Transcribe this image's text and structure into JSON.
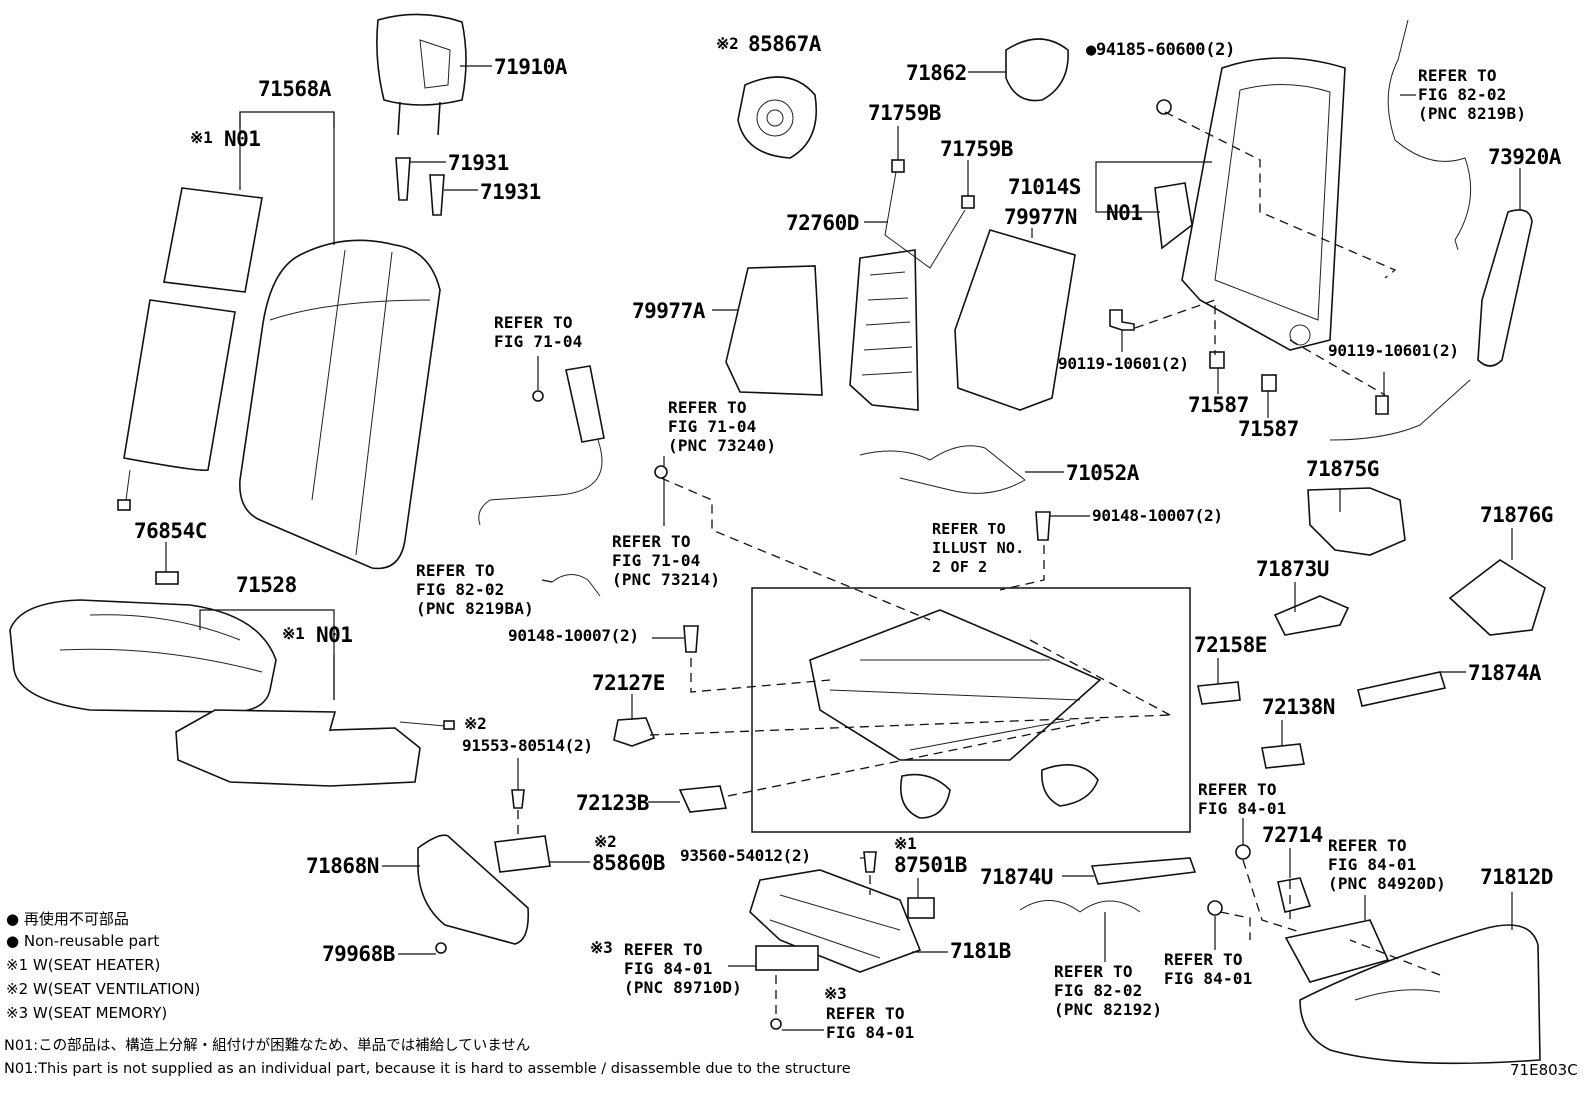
{
  "labels": {
    "l71910A": "71910A",
    "l71568A": "71568A",
    "l_n01_a_mark": "※1",
    "l_n01_a": "N01",
    "l71931a": "71931",
    "l71931b": "71931",
    "l76854C": "76854C",
    "l71528": "71528",
    "l_n01_b_mark": "※1",
    "l_n01_b": "N01",
    "l85867A_mark": "※2",
    "l85867A": "85867A",
    "l71862": "71862",
    "l94185": "94185-60600(2)",
    "l71759Ba": "71759B",
    "l71759Bb": "71759B",
    "l72760D": "72760D",
    "l79977A": "79977A",
    "l79977N": "79977N",
    "l71014S": "71014S",
    "l_n01_c": "N01",
    "l73920A": "73920A",
    "l90119a": "90119-10601(2)",
    "l90119b": "90119-10601(2)",
    "l71587a": "71587",
    "l71587b": "71587",
    "l71052A": "71052A",
    "l90148a": "90148-10007(2)",
    "l90148b": "90148-10007(2)",
    "l71875G": "71875G",
    "l71876G": "71876G",
    "l71873U": "71873U",
    "l72158E": "72158E",
    "l71874A": "71874A",
    "l72138N": "72138N",
    "l72127E": "72127E",
    "l91553_mark": "※2",
    "l91553": "91553-80514(2)",
    "l72123B": "72123B",
    "l71868N": "71868N",
    "l85860B_mark": "※2",
    "l85860B": "85860B",
    "l79968B": "79968B",
    "l93560": "93560-54012(2)",
    "l87501B_mark": "※1",
    "l87501B": "87501B",
    "l7181B": "7181B",
    "l71874U": "71874U",
    "l72714": "72714",
    "l71812D": "71812D",
    "ref_mark_3a": "※3",
    "ref_mark_3b": "※3"
  },
  "refs": {
    "r7104a": [
      "REFER TO",
      "FIG 71-04"
    ],
    "r7104b": [
      "REFER TO",
      "FIG 71-04",
      "(PNC 73240)"
    ],
    "r7104c": [
      "REFER TO",
      "FIG 71-04",
      "(PNC 73214)"
    ],
    "r8202a": [
      "REFER TO",
      "FIG 82-02",
      "(PNC 8219BA)"
    ],
    "r8202b": [
      "REFER TO",
      "FIG 82-02",
      "(PNC 8219B)"
    ],
    "r8202c": [
      "REFER TO",
      "FIG 82-02",
      "(PNC 82192)"
    ],
    "rillust": [
      "REFER TO",
      "ILLUST NO.",
      "2 OF 2"
    ],
    "r8401a": [
      "REFER TO",
      "FIG 84-01"
    ],
    "r8401b": [
      "REFER TO",
      "FIG 84-01",
      "(PNC 84920D)"
    ],
    "r8401c": [
      "REFER TO",
      "FIG 84-01"
    ],
    "r8401d": [
      "REFER TO",
      "FIG 84-01",
      "(PNC 89710D)"
    ],
    "r8401e": [
      "REFER TO",
      "FIG 84-01"
    ]
  },
  "legend": {
    "bullet": "●",
    "line1": "再使用不可部品",
    "line2": "Non-reusable part",
    "line3": "※1 W(SEAT HEATER)",
    "line4": "※2 W(SEAT VENTILATION)",
    "line5": "※3 W(SEAT MEMORY)"
  },
  "footnotes": {
    "jp": "N01:この部品は、構造上分解・組付けが困難なため、単品では補給していません",
    "en": "N01:This part is not supplied as an individual part, because it is hard to assemble / disassemble due to the structure"
  },
  "figure_code": "71E803C"
}
